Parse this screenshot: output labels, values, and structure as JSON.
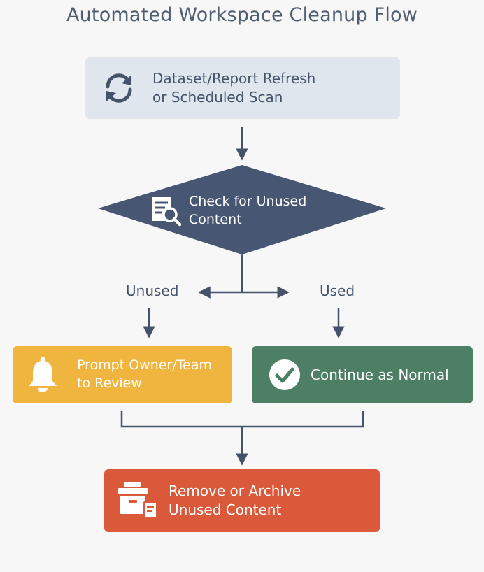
{
  "title": "Automated Workspace Cleanup Flow",
  "nodes": {
    "start": {
      "line1": "Dataset/Report Refresh",
      "line2": "or Scheduled Scan",
      "icon": "refresh-icon",
      "color": "#dfe6ee"
    },
    "decision": {
      "line1": "Check for Unused",
      "line2": "Content",
      "icon": "document-search-icon",
      "color": "#475673"
    },
    "prompt": {
      "line1": "Prompt Owner/Team",
      "line2": "to Review",
      "icon": "bell-icon",
      "color": "#efb53e"
    },
    "normal": {
      "line1": "Continue as Normal",
      "icon": "check-circle-icon",
      "color": "#4d7f65"
    },
    "remove": {
      "line1": "Remove or Archive",
      "line2": "Unused Content",
      "icon": "archive-box-icon",
      "color": "#d9593a"
    }
  },
  "branches": {
    "left": "Unused",
    "right": "Used"
  },
  "connector_color": "#44536a"
}
